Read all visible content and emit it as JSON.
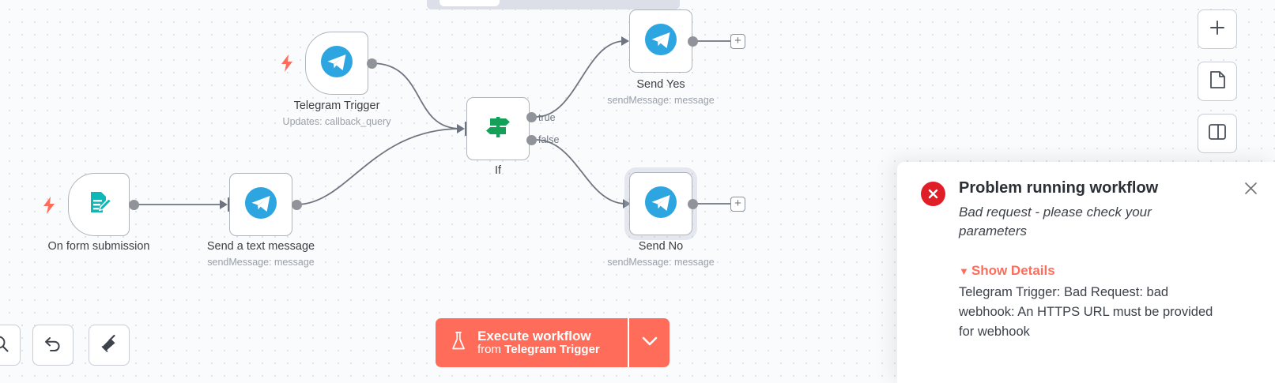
{
  "canvas": {
    "background_color": "#fafbfc",
    "grid_dot_color": "#dfe2e8"
  },
  "nodes": [
    {
      "id": "on-form-submission",
      "label": "On form submission",
      "sublabel": "",
      "icon": "form-edit-icon",
      "icon_color": "#0fb7b7",
      "type": "trigger",
      "selected": false
    },
    {
      "id": "send-a-text-message",
      "label": "Send a text message",
      "sublabel": "sendMessage: message",
      "icon": "telegram-icon",
      "icon_color": "#2ca5e0",
      "type": "action",
      "selected": false
    },
    {
      "id": "telegram-trigger",
      "label": "Telegram Trigger",
      "sublabel": "Updates: callback_query",
      "icon": "telegram-icon",
      "icon_color": "#2ca5e0",
      "type": "trigger",
      "selected": false
    },
    {
      "id": "if",
      "label": "If",
      "sublabel": "",
      "icon": "signpost-icon",
      "icon_color": "#15a05a",
      "type": "logic",
      "selected": false
    },
    {
      "id": "send-yes",
      "label": "Send Yes",
      "sublabel": "sendMessage: message",
      "icon": "telegram-icon",
      "icon_color": "#2ca5e0",
      "type": "action",
      "selected": false
    },
    {
      "id": "send-no",
      "label": "Send No",
      "sublabel": "sendMessage: message",
      "icon": "telegram-icon",
      "icon_color": "#2ca5e0",
      "type": "action",
      "selected": true
    }
  ],
  "branch_labels": {
    "true": "true",
    "false": "false"
  },
  "add_stub_label": "+",
  "execute": {
    "title": "Execute workflow",
    "subtitle_prefix": "from ",
    "subtitle_target": "Telegram Trigger",
    "icon": "flask-icon",
    "caret_icon": "chevron-down-icon",
    "color": "#ff6d5a"
  },
  "right_toolbar": [
    {
      "id": "add-node",
      "icon": "plus-icon"
    },
    {
      "id": "add-sticky-note",
      "icon": "sticky-note-icon"
    },
    {
      "id": "toggle-log-panel",
      "icon": "panel-split-icon"
    }
  ],
  "left_toolbar": [
    {
      "id": "zoom-to-fit",
      "icon": "magnifier-icon"
    },
    {
      "id": "undo",
      "icon": "undo-arrow-icon"
    },
    {
      "id": "tidy-up",
      "icon": "broom-icon"
    }
  ],
  "toast": {
    "icon": "error-circle-icon",
    "icon_color": "#e01e28",
    "title": "Problem running workflow",
    "message": "Bad request - please check your parameters",
    "details_toggle": "Show Details",
    "details_caret": "▼",
    "details": "Telegram Trigger: Bad Request: bad webhook: An HTTPS URL must be provided for webhook",
    "close_icon": "close-icon",
    "accent_color": "#ff6d5a"
  }
}
